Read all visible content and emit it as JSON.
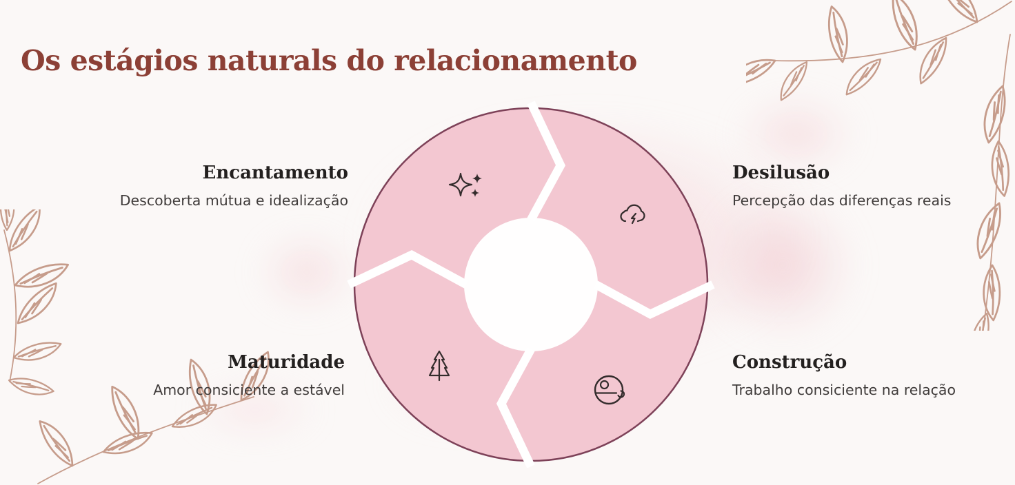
{
  "title": "Os estágios naturals do relacionamento",
  "stages": [
    {
      "name": "Encantamento",
      "description": "Descoberta mútua e idealização",
      "icon": "sparkles-icon",
      "position": "top-left"
    },
    {
      "name": "Desilusão",
      "description": "Percepção das diferenças reais",
      "icon": "storm-cloud-icon",
      "position": "top-right"
    },
    {
      "name": "Construção",
      "description": "Trabalho consiciente na relação",
      "icon": "sphere-icon",
      "position": "bottom-right"
    },
    {
      "name": "Maturidade",
      "description": "Amor consiciente a estável",
      "icon": "pine-tree-icon",
      "position": "bottom-left"
    }
  ],
  "colors": {
    "title": "#8c4036",
    "ring_fill": "#f3c7d1",
    "ring_stroke": "#7d4158",
    "icon_stroke": "#332c2c",
    "stage_name": "#23201f",
    "stage_description": "#403c3b",
    "leaf": "#c69c8b",
    "watercolor": "#f2c4ca",
    "background": "#fbf8f7"
  }
}
